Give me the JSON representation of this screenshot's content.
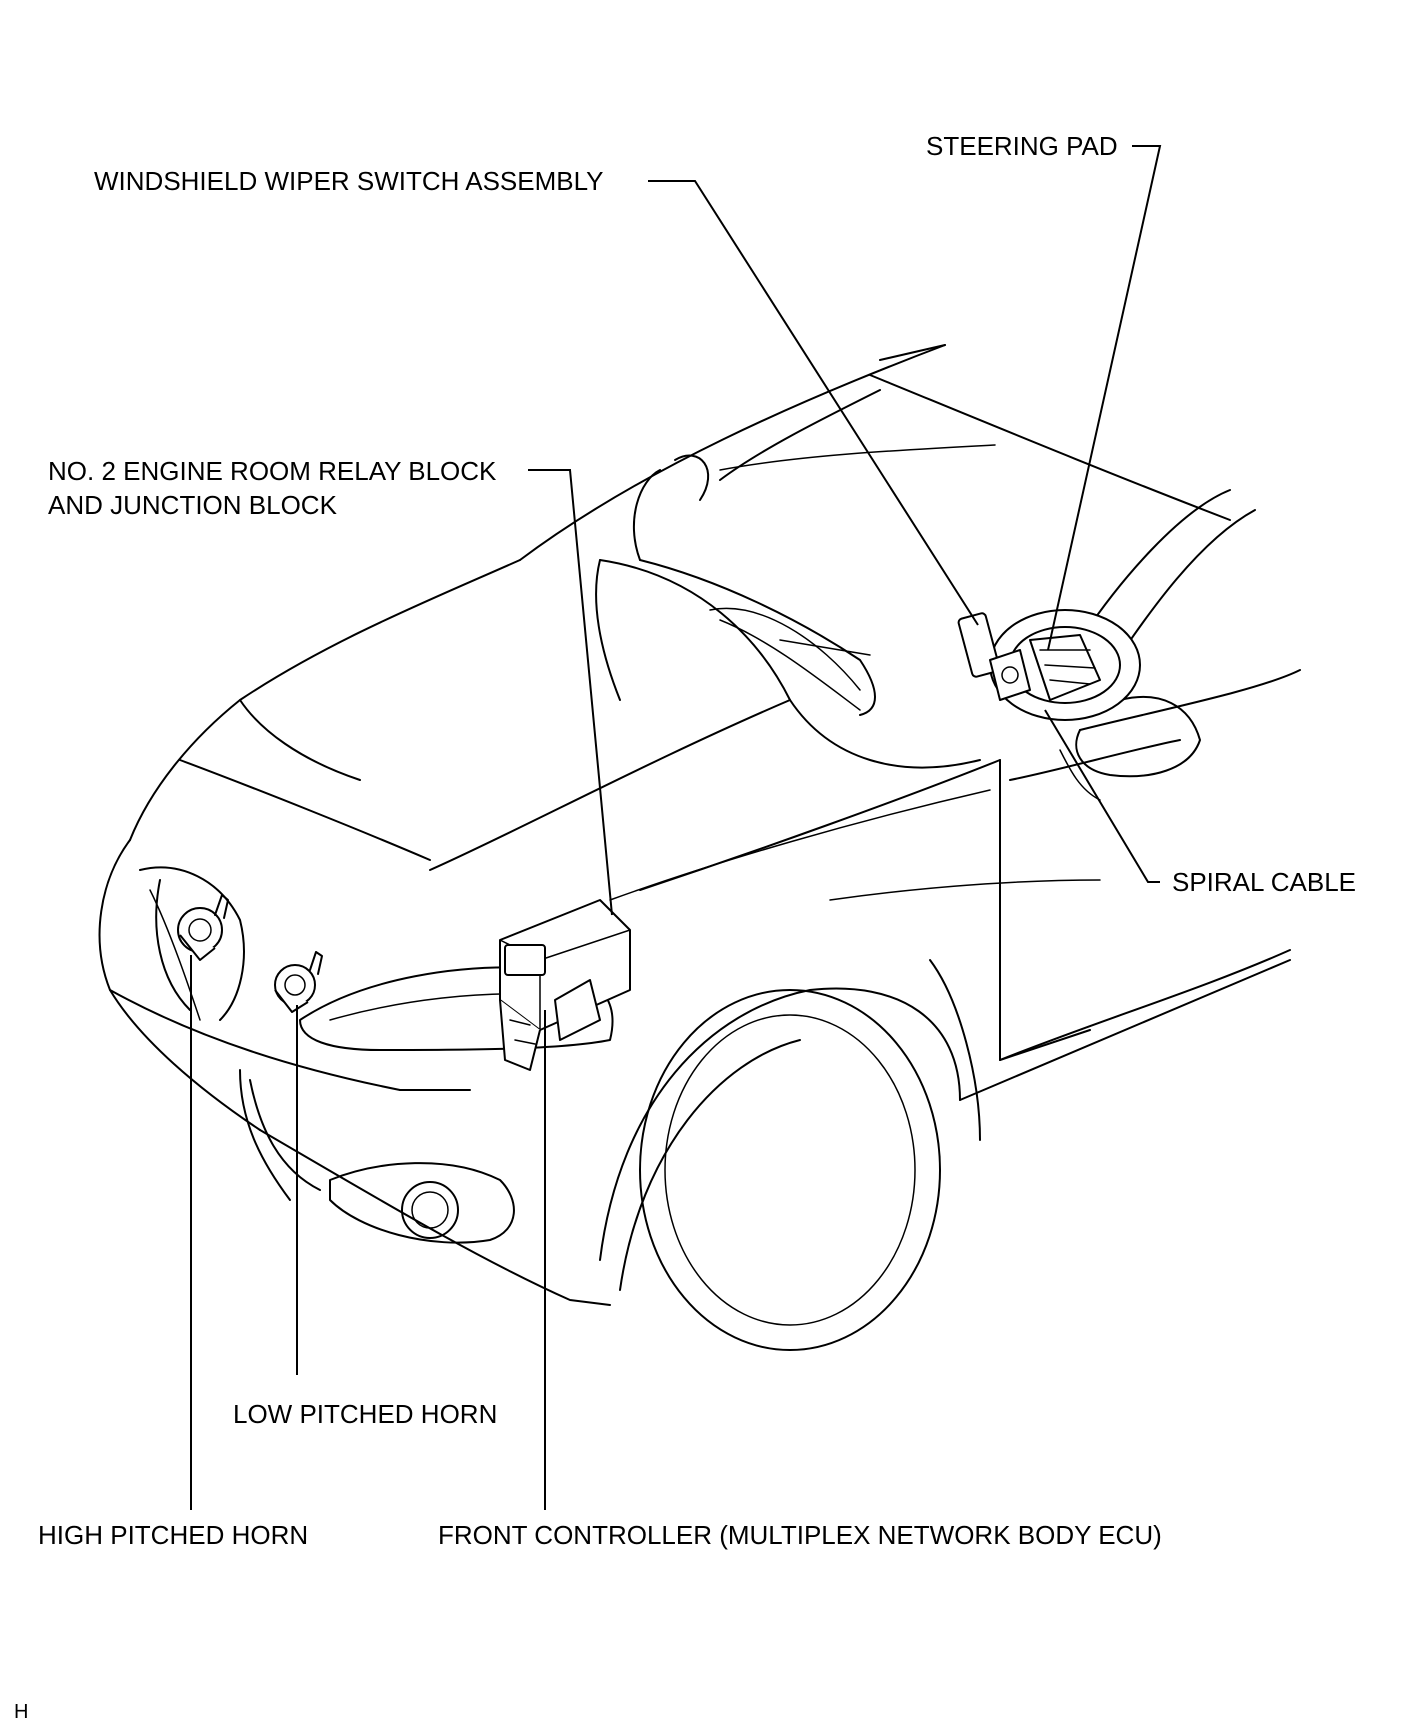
{
  "labels": {
    "steering_pad": "STEERING PAD",
    "windshield_wiper_switch": "WINDSHIELD WIPER SWITCH ASSEMBLY",
    "relay_block_line1": "NO. 2 ENGINE ROOM RELAY BLOCK",
    "relay_block_line2": "AND JUNCTION BLOCK",
    "spiral_cable": "SPIRAL CABLE",
    "low_pitched_horn": "LOW PITCHED HORN",
    "high_pitched_horn": "HIGH PITCHED HORN",
    "front_controller": "FRONT CONTROLLER (MULTIPLEX NETWORK BODY ECU)"
  },
  "corner_mark": "H"
}
